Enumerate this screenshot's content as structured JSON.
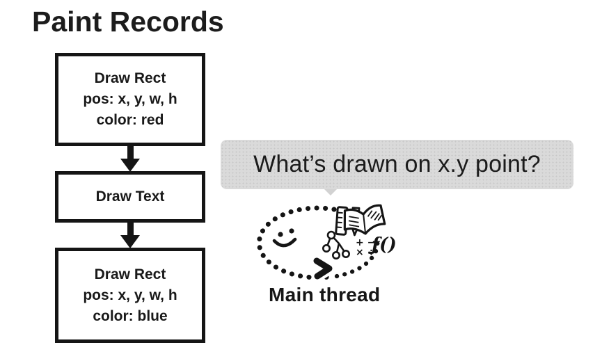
{
  "title": "Paint Records",
  "flowchart": {
    "boxes": [
      {
        "lines": [
          "Draw Rect",
          "pos: x, y, w, h",
          "color: red"
        ]
      },
      {
        "lines": [
          "Draw Text"
        ]
      },
      {
        "lines": [
          "Draw Rect",
          "pos: x, y, w, h",
          "color: blue"
        ]
      }
    ]
  },
  "speech_bubble": {
    "text": "What’s drawn on x.y point?"
  },
  "main_thread": {
    "label": "Main thread",
    "math_row1": "+ −",
    "math_row2": "× ÷",
    "function_text": "ƒ()"
  },
  "colors": {
    "ink": "#151515",
    "text": "#1b1b1b",
    "bubble_background": "#dadada",
    "page_background": "#ffffff"
  }
}
